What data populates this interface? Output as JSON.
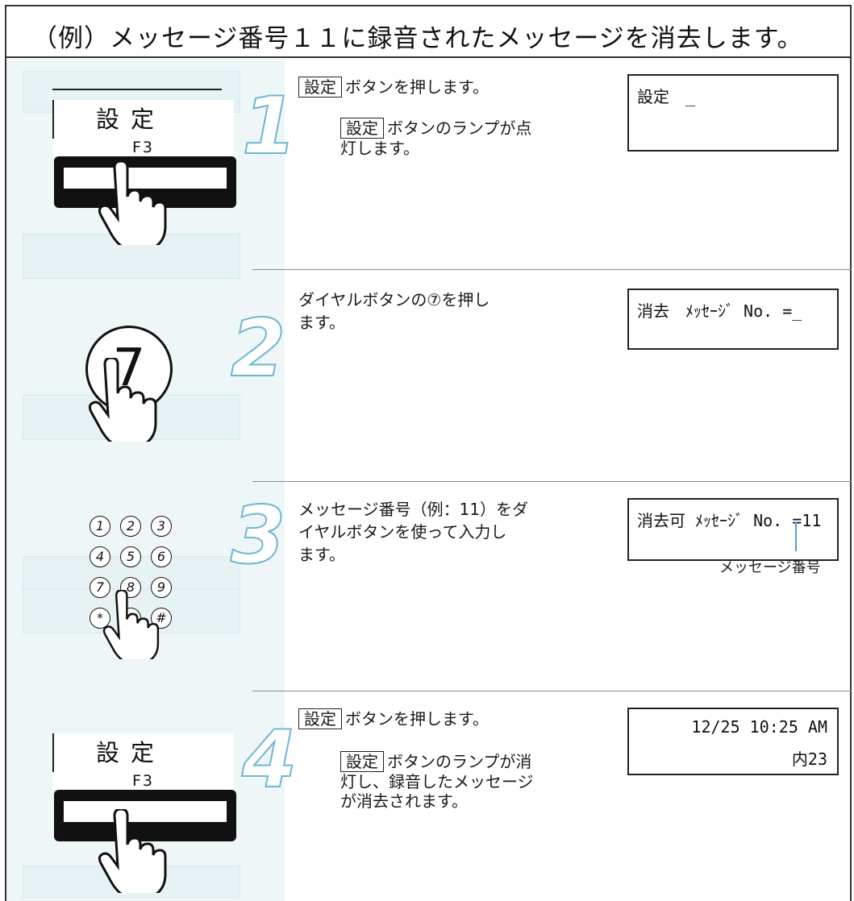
{
  "header": {
    "title": "（例）メッセージ番号１１に録音されたメッセージを消去します。"
  },
  "steps": [
    {
      "number": "1",
      "key_label": "設定",
      "instruction": "ボタンを押します。",
      "sub_key": "設定",
      "sub_line1": "ボタンのランプが点",
      "sub_line2": "灯します。",
      "lcd_line1": "設定　_",
      "key_fn": "F3"
    },
    {
      "number": "2",
      "instruction_line1": "ダイヤルボタンの⑦を押し",
      "instruction_line2": "ます。",
      "lcd_line1": "消去　ﾒｯｾｰｼﾞ No. =_",
      "dial": "7"
    },
    {
      "number": "3",
      "instruction_line1": "メッセージ番号（例：11）をダ",
      "instruction_line2": "イヤルボタンを使って入力し",
      "instruction_line3": "ます。",
      "lcd_line1": "消去可 ﾒｯｾｰｼﾞ No. =11",
      "caption": "メッセージ番号",
      "keypad": [
        "1",
        "2",
        "3",
        "4",
        "5",
        "6",
        "7",
        "8",
        "9",
        "*",
        "0",
        "#"
      ]
    },
    {
      "number": "4",
      "key_label": "設定",
      "instruction": "ボタンを押します。",
      "sub_key": "設定",
      "sub_line1": "ボタンのランプが消",
      "sub_line2": "灯し、録音したメッセージ",
      "sub_line3": "が消去されます。",
      "lcd_line1": "12/25 10:25 AM",
      "lcd_line2": "内23",
      "key_fn": "F3"
    }
  ],
  "colors": {
    "accent": "#6fb7d0",
    "left_panel": "#eef6f8",
    "border": "#333333"
  },
  "icons": [
    "hand-pointer-icon"
  ]
}
